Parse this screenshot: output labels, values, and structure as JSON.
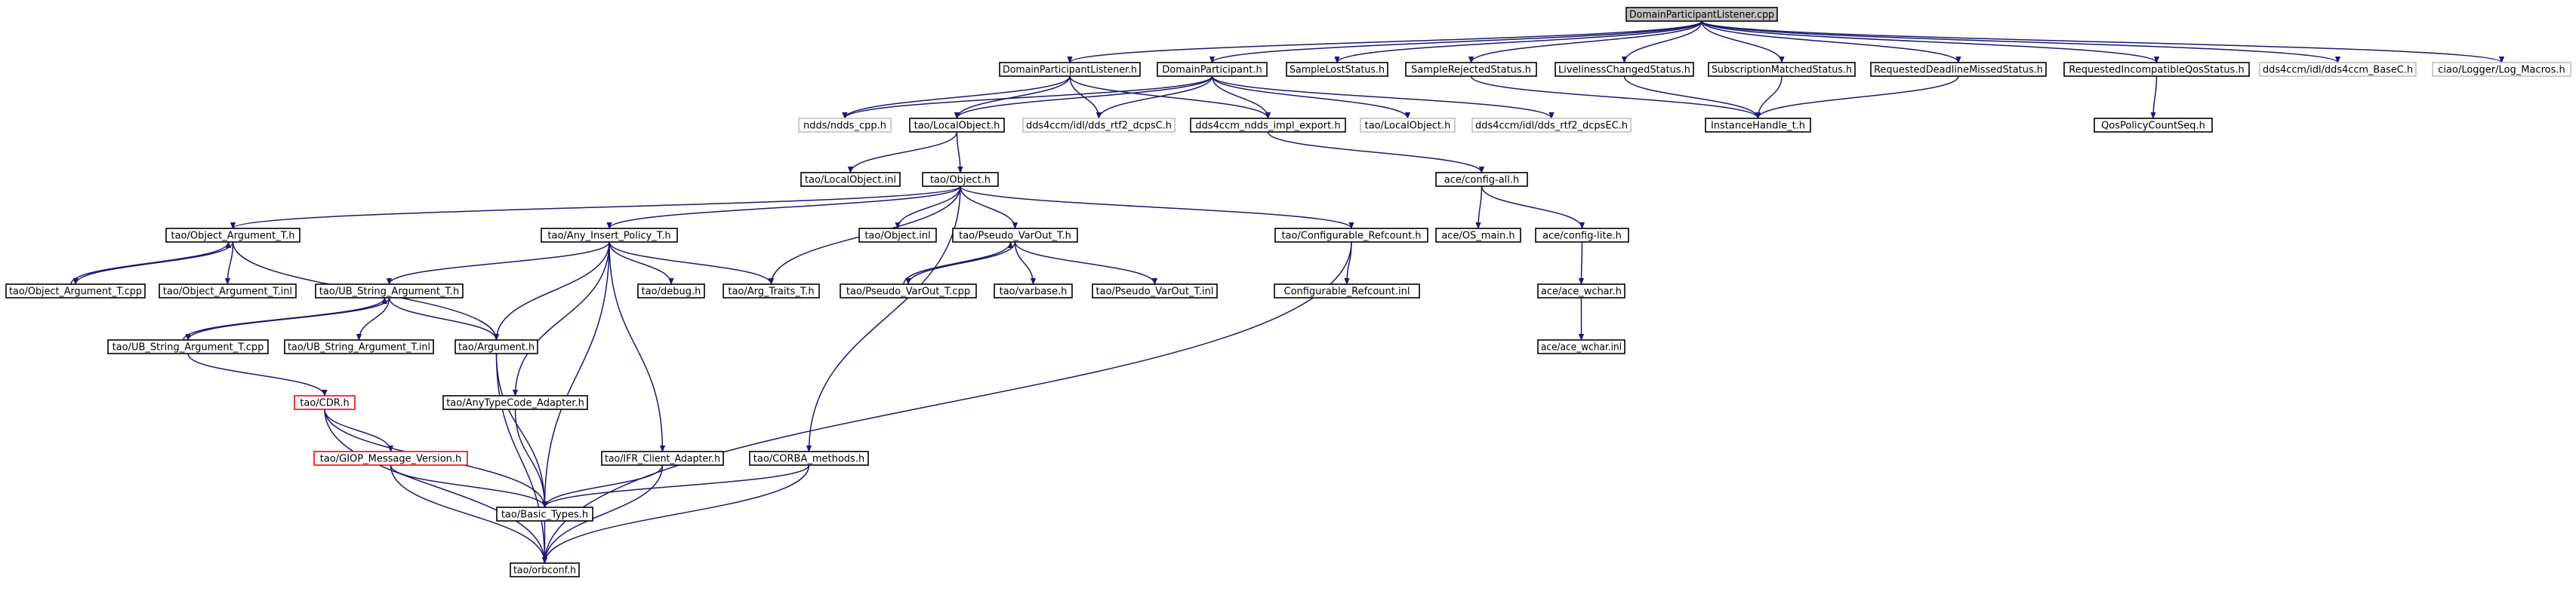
{
  "colors": {
    "edge": "#191970",
    "root_fill": "#bfbfbf",
    "external_border": "#bfbfbf",
    "missing_border": "#ff0000",
    "node_border": "#000000"
  },
  "nodes": [
    {
      "id": "root",
      "label": "DomainParticipantListener.cpp",
      "style": "root"
    },
    {
      "id": "dpl_h",
      "label": "DomainParticipantListener.h"
    },
    {
      "id": "dp_h",
      "label": "DomainParticipant.h"
    },
    {
      "id": "sls_h",
      "label": "SampleLostStatus.h"
    },
    {
      "id": "srs_h",
      "label": "SampleRejectedStatus.h"
    },
    {
      "id": "lcs_h",
      "label": "LivelinessChangedStatus.h"
    },
    {
      "id": "sms_h",
      "label": "SubscriptionMatchedStatus.h"
    },
    {
      "id": "rdms_h",
      "label": "RequestedDeadlineMissedStatus.h"
    },
    {
      "id": "riqs_h",
      "label": "RequestedIncompatibleQosStatus.h"
    },
    {
      "id": "basec_h",
      "label": "dds4ccm/idl/dds4ccm_BaseC.h",
      "style": "external"
    },
    {
      "id": "logm_h",
      "label": "ciao/Logger/Log_Macros.h",
      "style": "external"
    },
    {
      "id": "ndds_h",
      "label": "ndds/ndds_cpp.h",
      "style": "external"
    },
    {
      "id": "tlo_h",
      "label": "tao/LocalObject.h"
    },
    {
      "id": "rtf2c_h",
      "label": "dds4ccm/idl/dds_rtf2_dcpsC.h",
      "style": "external"
    },
    {
      "id": "impl_h",
      "label": "dds4ccm_ndds_impl_export.h"
    },
    {
      "id": "tlo2_h",
      "label": "tao/LocalObject.h",
      "style": "external"
    },
    {
      "id": "rtf2ec_h",
      "label": "dds4ccm/idl/dds_rtf2_dcpsEC.h",
      "style": "external"
    },
    {
      "id": "ih_h",
      "label": "InstanceHandle_t.h"
    },
    {
      "id": "qpc_h",
      "label": "QosPolicyCountSeq.h"
    },
    {
      "id": "tloi",
      "label": "tao/LocalObject.inl"
    },
    {
      "id": "tobj_h",
      "label": "tao/Object.h"
    },
    {
      "id": "acfg_h",
      "label": "ace/config-all.h"
    },
    {
      "id": "oat_h",
      "label": "tao/Object_Argument_T.h"
    },
    {
      "id": "aip_h",
      "label": "tao/Any_Insert_Policy_T.h"
    },
    {
      "id": "tobji",
      "label": "tao/Object.inl"
    },
    {
      "id": "pvo_h",
      "label": "tao/Pseudo_VarOut_T.h"
    },
    {
      "id": "cfr_h",
      "label": "tao/Configurable_Refcount.h"
    },
    {
      "id": "aosm_h",
      "label": "ace/OS_main.h"
    },
    {
      "id": "acl_h",
      "label": "ace/config-lite.h"
    },
    {
      "id": "oatc",
      "label": "tao/Object_Argument_T.cpp"
    },
    {
      "id": "oati",
      "label": "tao/Object_Argument_T.inl"
    },
    {
      "id": "ubs_h",
      "label": "tao/UB_String_Argument_T.h"
    },
    {
      "id": "dbg_h",
      "label": "tao/debug.h"
    },
    {
      "id": "att_h",
      "label": "tao/Arg_Traits_T.h"
    },
    {
      "id": "pvoc",
      "label": "tao/Pseudo_VarOut_T.cpp"
    },
    {
      "id": "vb_h",
      "label": "tao/varbase.h"
    },
    {
      "id": "pvoi",
      "label": "tao/Pseudo_VarOut_T.inl"
    },
    {
      "id": "cfri",
      "label": "Configurable_Refcount.inl"
    },
    {
      "id": "aw_h",
      "label": "ace/ace_wchar.h"
    },
    {
      "id": "ubsc",
      "label": "tao/UB_String_Argument_T.cpp"
    },
    {
      "id": "ubsi",
      "label": "tao/UB_String_Argument_T.inl"
    },
    {
      "id": "arg_h",
      "label": "tao/Argument.h"
    },
    {
      "id": "awi",
      "label": "ace/ace_wchar.inl"
    },
    {
      "id": "cdr_h",
      "label": "tao/CDR.h",
      "style": "red"
    },
    {
      "id": "atca_h",
      "label": "tao/AnyTypeCode_Adapter.h"
    },
    {
      "id": "gmv_h",
      "label": "tao/GIOP_Message_Version.h",
      "style": "red"
    },
    {
      "id": "ifr_h",
      "label": "tao/IFR_Client_Adapter.h"
    },
    {
      "id": "cm_h",
      "label": "tao/CORBA_methods.h"
    },
    {
      "id": "bt_h",
      "label": "tao/Basic_Types.h"
    },
    {
      "id": "orb_h",
      "label": "tao/orbconf.h"
    }
  ]
}
